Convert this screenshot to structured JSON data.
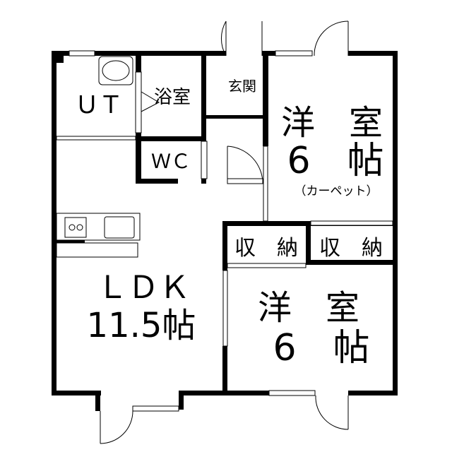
{
  "rooms": {
    "ut": "ＵＴ",
    "bath": "浴室",
    "entrance": "玄関",
    "wc": "ＷＣ",
    "western_room_1": {
      "name": "洋　室",
      "size": "6　帖",
      "note": "（カーペット）"
    },
    "storage_1": "収　納",
    "storage_2": "収　納",
    "ldk": {
      "name": "ＬＤＫ",
      "size": "11.5帖"
    },
    "western_room_2": {
      "name": "洋　室",
      "size": "6　帖"
    }
  },
  "colors": {
    "wall": "#000000",
    "background": "#ffffff"
  }
}
